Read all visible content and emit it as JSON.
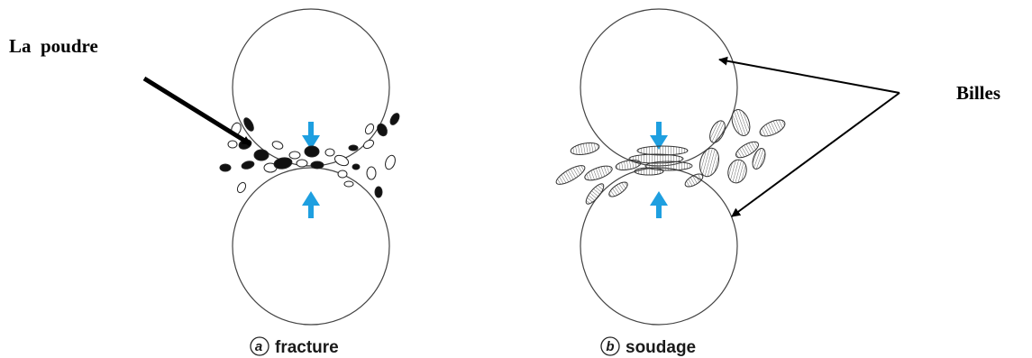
{
  "labels": {
    "powder": "La  poudre",
    "balls": "Billes"
  },
  "captions": {
    "a": {
      "letter": "a",
      "text": "fracture"
    },
    "b": {
      "letter": "b",
      "text": "soudage"
    }
  },
  "colors": {
    "arrow_blue": "#1e9fe0",
    "outline": "#444444",
    "dark_particle": "#111111"
  }
}
